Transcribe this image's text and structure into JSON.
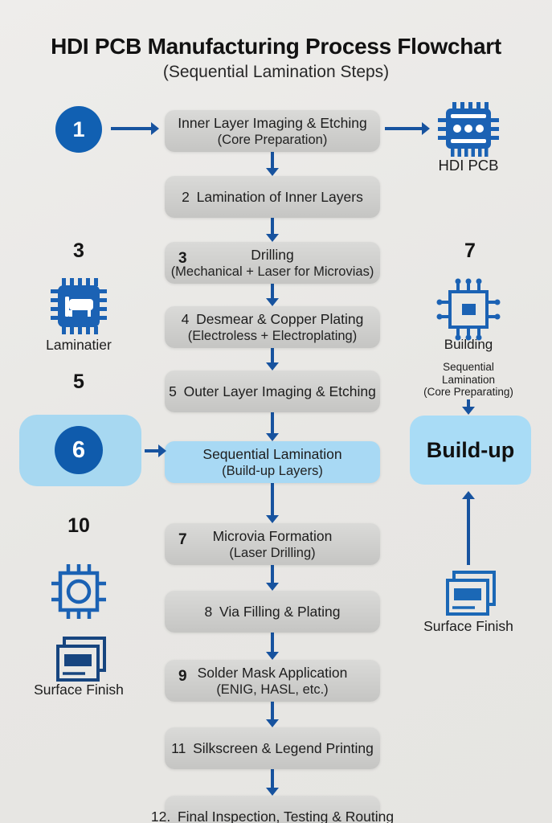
{
  "header": {
    "title": "HDI PCB Manufacturing Process Flowchart",
    "subtitle": "(Sequential Lamination Steps)"
  },
  "colors": {
    "accent_blue": "#1b62b4",
    "arrow_blue": "#17539f",
    "dark_navy": "#17457f",
    "light_blue_box": "#a8d9f4",
    "gray_box": "#cdcdcb",
    "background": "#e9e8e5"
  },
  "center_steps": [
    {
      "num": "",
      "num_mode": "none",
      "lines": [
        "Inner Layer Imaging & Etching",
        "(Core Preparation)"
      ],
      "highlighted": false
    },
    {
      "num": "2",
      "num_mode": "inline",
      "lines": [
        "Lamination of Inner Layers"
      ],
      "highlighted": false
    },
    {
      "num": "3",
      "num_mode": "left",
      "lines": [
        "Drilling",
        "(Mechanical + Laser for Microvias)"
      ],
      "highlighted": false
    },
    {
      "num": "4",
      "num_mode": "inline",
      "lines": [
        "Desmear & Copper Plating",
        "(Electroless + Electroplating)"
      ],
      "highlighted": false
    },
    {
      "num": "5",
      "num_mode": "inline",
      "lines": [
        "Outer Layer Imaging & Etching"
      ],
      "highlighted": false
    },
    {
      "num": "",
      "num_mode": "none",
      "lines": [
        "Sequential Lamination",
        "(Build-up Layers)"
      ],
      "highlighted": true
    },
    {
      "num": "7",
      "num_mode": "left",
      "lines": [
        "Microvia Formation",
        "(Laser Drilling)"
      ],
      "highlighted": false
    },
    {
      "num": "8",
      "num_mode": "inline",
      "lines": [
        "Via Filling & Plating"
      ],
      "highlighted": false
    },
    {
      "num": "9",
      "num_mode": "left",
      "lines": [
        "Solder Mask Application",
        "(ENIG, HASL, etc.)"
      ],
      "highlighted": false
    },
    {
      "num": "11",
      "num_mode": "inline",
      "lines": [
        "Silkscreen & Legend Printing"
      ],
      "highlighted": false
    },
    {
      "num": "12.",
      "num_mode": "inline",
      "lines": [
        "Final Inspection, Testing & Routing"
      ],
      "highlighted": false
    }
  ],
  "left_column": {
    "start_badge": "1",
    "num_3": "3",
    "laminator_label": "Laminatier",
    "num_5": "5",
    "lamination_badge": "6",
    "num_10": "10",
    "surface_finish_label": "Surface Finish"
  },
  "right_column": {
    "hdi_pcb_label": "HDI PCB",
    "num_7": "7",
    "building_label": "Building",
    "note_lines": [
      "Sequential",
      "Lamination",
      "(Core Preparating)"
    ],
    "buildup_label": "Build-up",
    "surface_finish_label": "Surface Finish"
  }
}
